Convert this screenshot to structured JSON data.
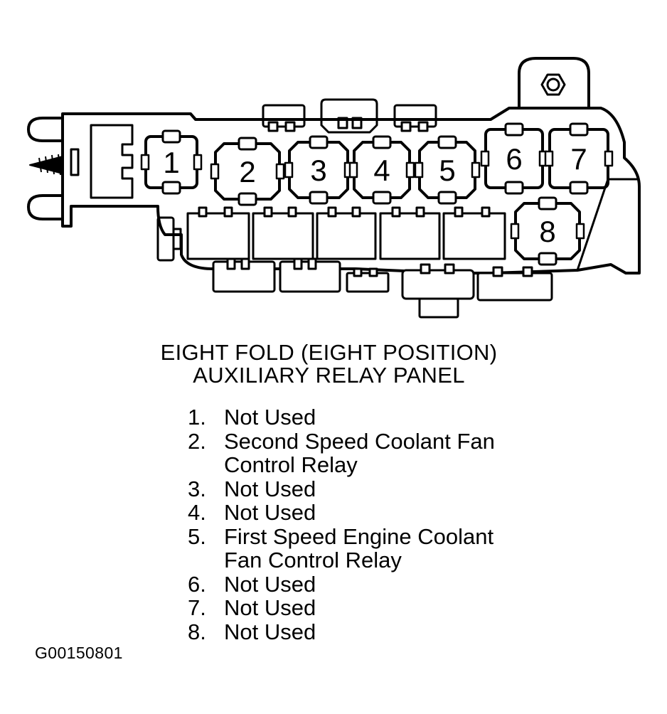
{
  "caption": {
    "line1": "EIGHT FOLD (EIGHT POSITION)",
    "line2": "AUXILIARY RELAY PANEL"
  },
  "relay_labels": [
    "1",
    "2",
    "3",
    "4",
    "5",
    "6",
    "7",
    "8"
  ],
  "legend": [
    {
      "num": "1.",
      "text": "Not Used"
    },
    {
      "num": "2.",
      "text": "Second Speed Coolant Fan Control Relay"
    },
    {
      "num": "3.",
      "text": "Not Used"
    },
    {
      "num": "4.",
      "text": "Not Used"
    },
    {
      "num": "5.",
      "text": "First Speed Engine Coolant Fan Control Relay"
    },
    {
      "num": "6.",
      "text": "Not Used"
    },
    {
      "num": "7.",
      "text": "Not Used"
    },
    {
      "num": "8.",
      "text": "Not Used"
    }
  ],
  "figure_id": "G00150801",
  "colors": {
    "ink": "#000000",
    "paper": "#ffffff"
  }
}
